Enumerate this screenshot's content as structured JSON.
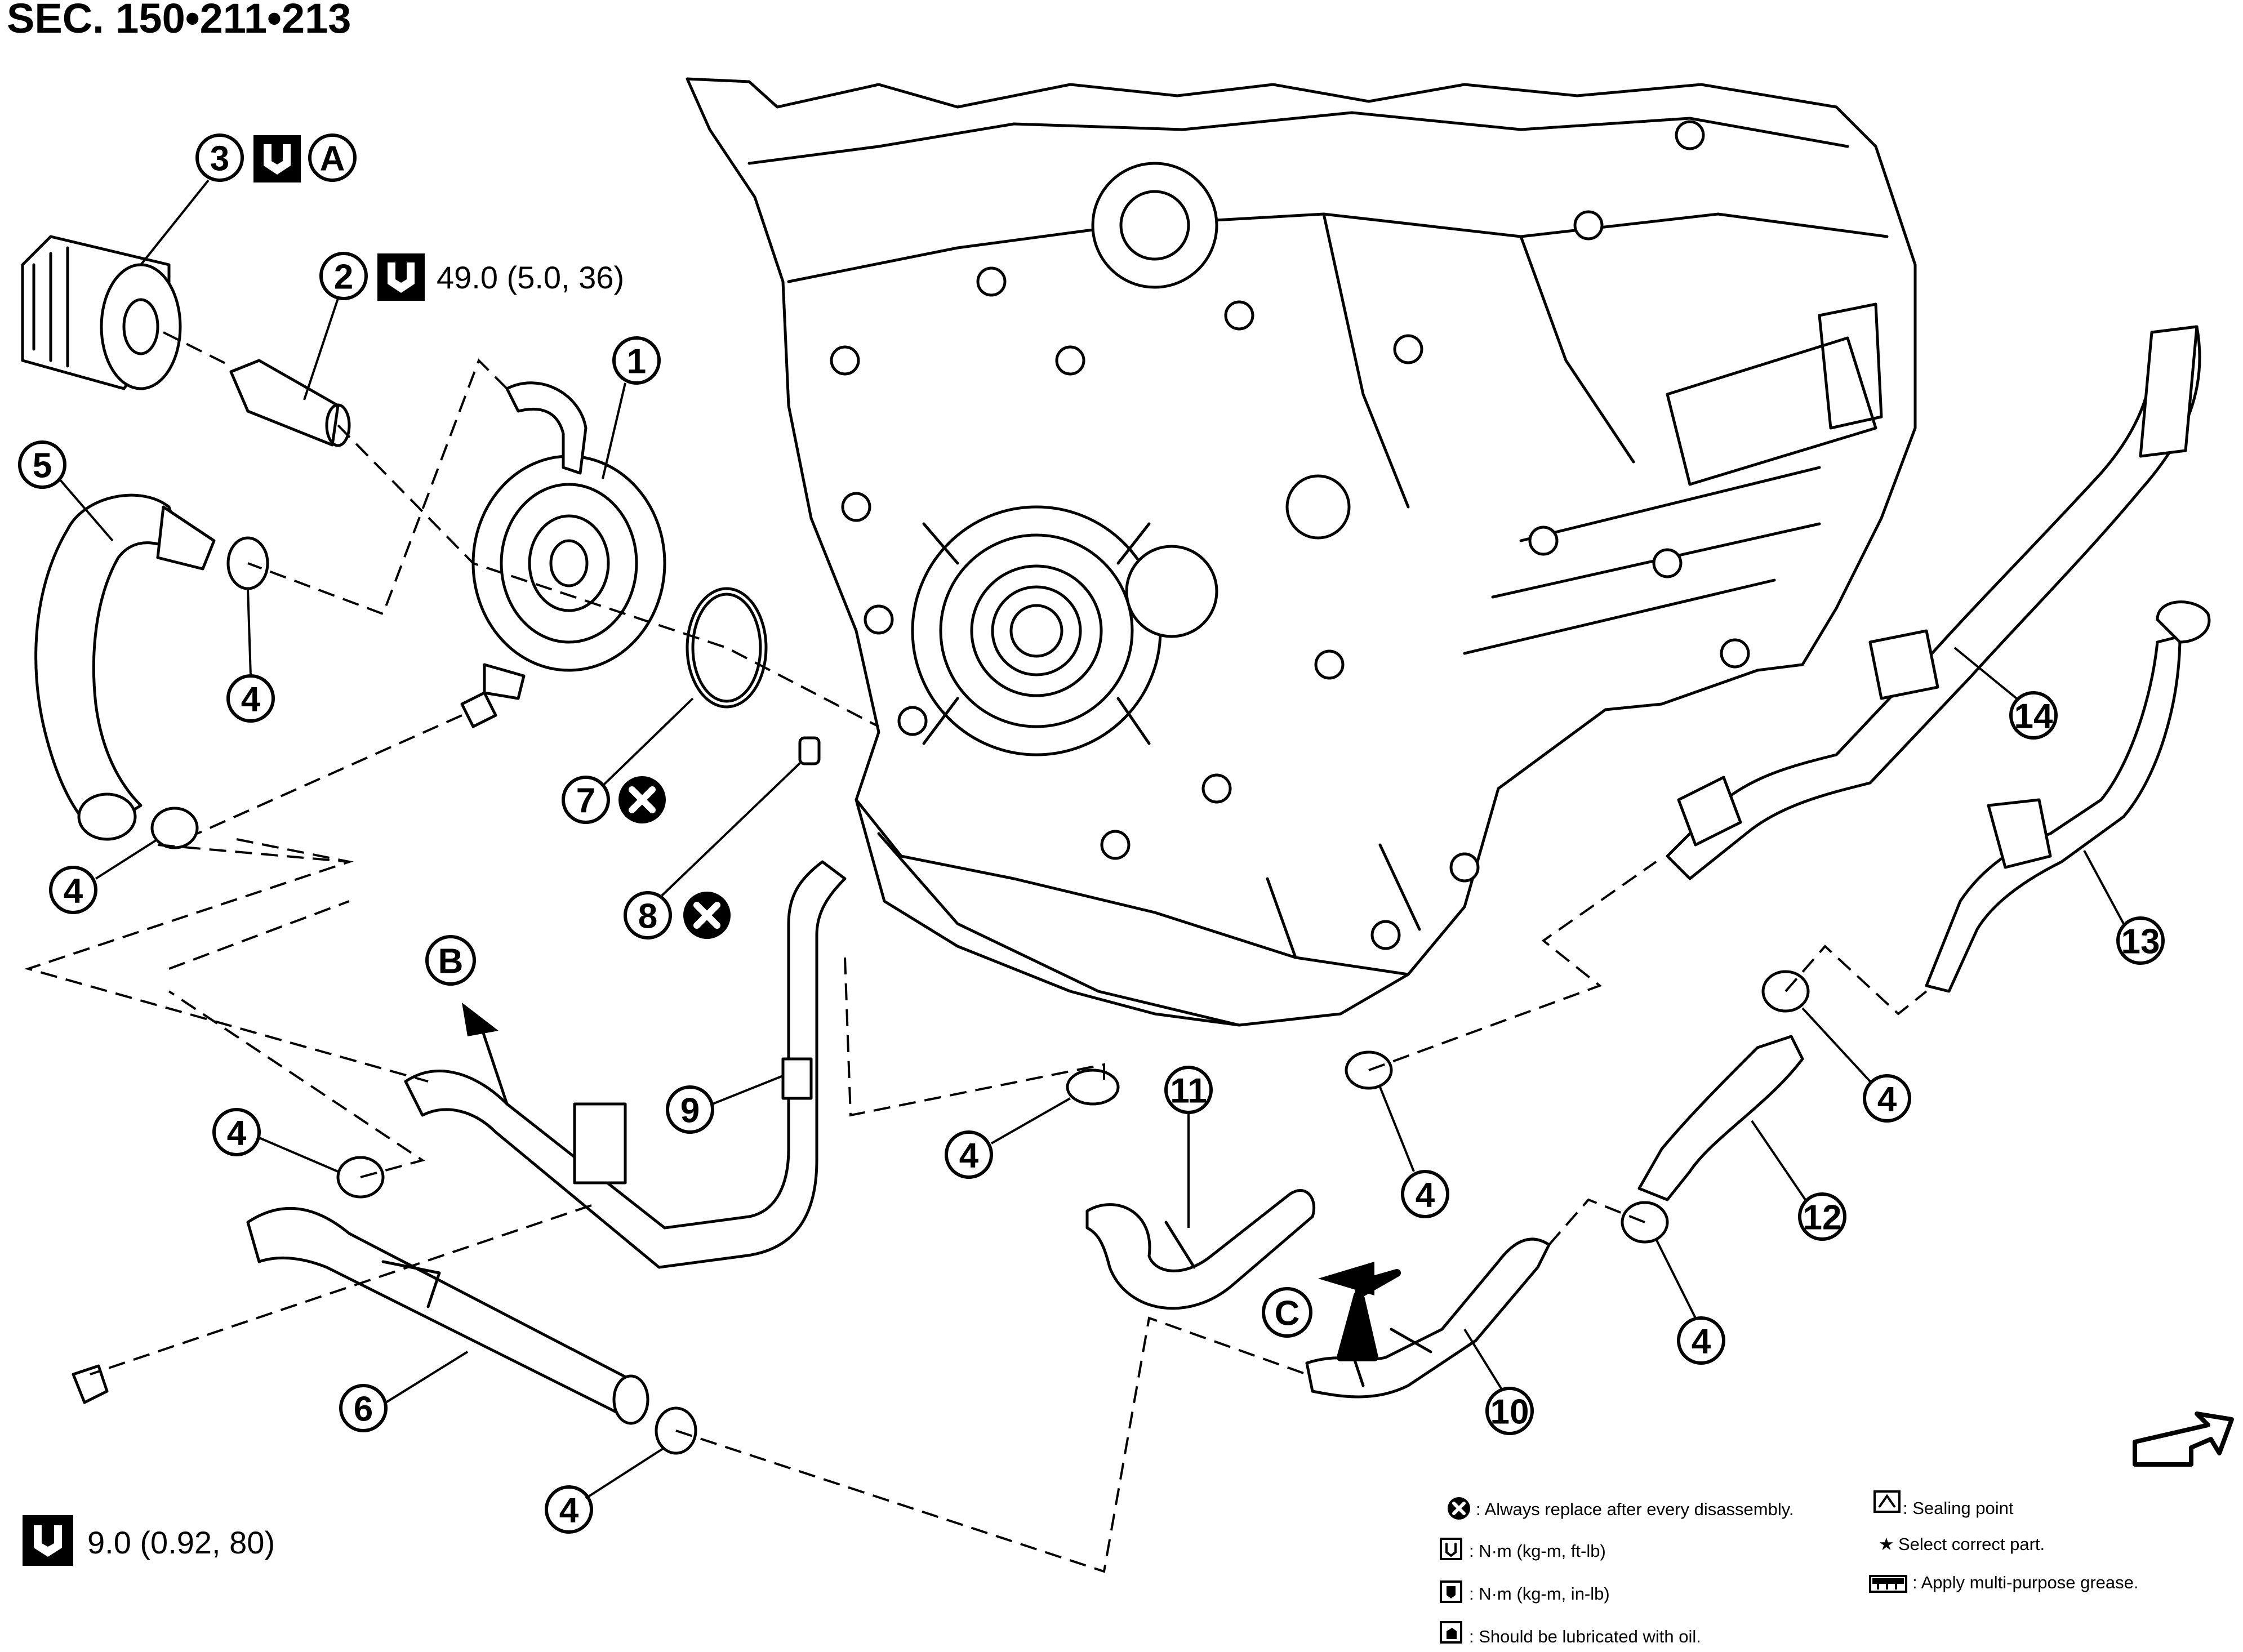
{
  "section_title": "SEC. 150•211•213",
  "callouts": [
    {
      "id": "part-1",
      "label": "1"
    },
    {
      "id": "part-2",
      "label": "2"
    },
    {
      "id": "part-3",
      "label": "3"
    },
    {
      "id": "part-4a",
      "label": "4"
    },
    {
      "id": "part-4b",
      "label": "4"
    },
    {
      "id": "part-4c",
      "label": "4"
    },
    {
      "id": "part-4d",
      "label": "4"
    },
    {
      "id": "part-4e",
      "label": "4"
    },
    {
      "id": "part-4f",
      "label": "4"
    },
    {
      "id": "part-4g",
      "label": "4"
    },
    {
      "id": "part-4h",
      "label": "4"
    },
    {
      "id": "part-5",
      "label": "5"
    },
    {
      "id": "part-6",
      "label": "6"
    },
    {
      "id": "part-7",
      "label": "7"
    },
    {
      "id": "part-8",
      "label": "8"
    },
    {
      "id": "part-9",
      "label": "9"
    },
    {
      "id": "part-10",
      "label": "10"
    },
    {
      "id": "part-11",
      "label": "11"
    },
    {
      "id": "part-12",
      "label": "12"
    },
    {
      "id": "part-13",
      "label": "13"
    },
    {
      "id": "part-14",
      "label": "14"
    }
  ],
  "ref_markers": [
    {
      "id": "ref-a",
      "label": "A"
    },
    {
      "id": "ref-b",
      "label": "B"
    },
    {
      "id": "ref-c",
      "label": "C"
    }
  ],
  "torque_specs": {
    "connector_bolt": "49.0 (5.0, 36)",
    "mount_bolt": "9.0 (0.92, 80)"
  },
  "legend": {
    "replace": ": Always replace after every disassembly.",
    "torque_ftlb": ": N·m (kg-m, ft-lb)",
    "torque_inlb": ": N·m (kg-m, in-lb)",
    "lubricate": ": Should be lubricated with oil.",
    "sealing": ": Sealing point",
    "select": "Select correct part.",
    "grease": ": Apply multi-purpose grease.",
    "star": "★"
  },
  "icons": [
    "torque-wrench-icon",
    "replace-part-icon",
    "sealing-point-icon",
    "oil-can-icon",
    "grease-icon",
    "front-arrow-icon"
  ]
}
